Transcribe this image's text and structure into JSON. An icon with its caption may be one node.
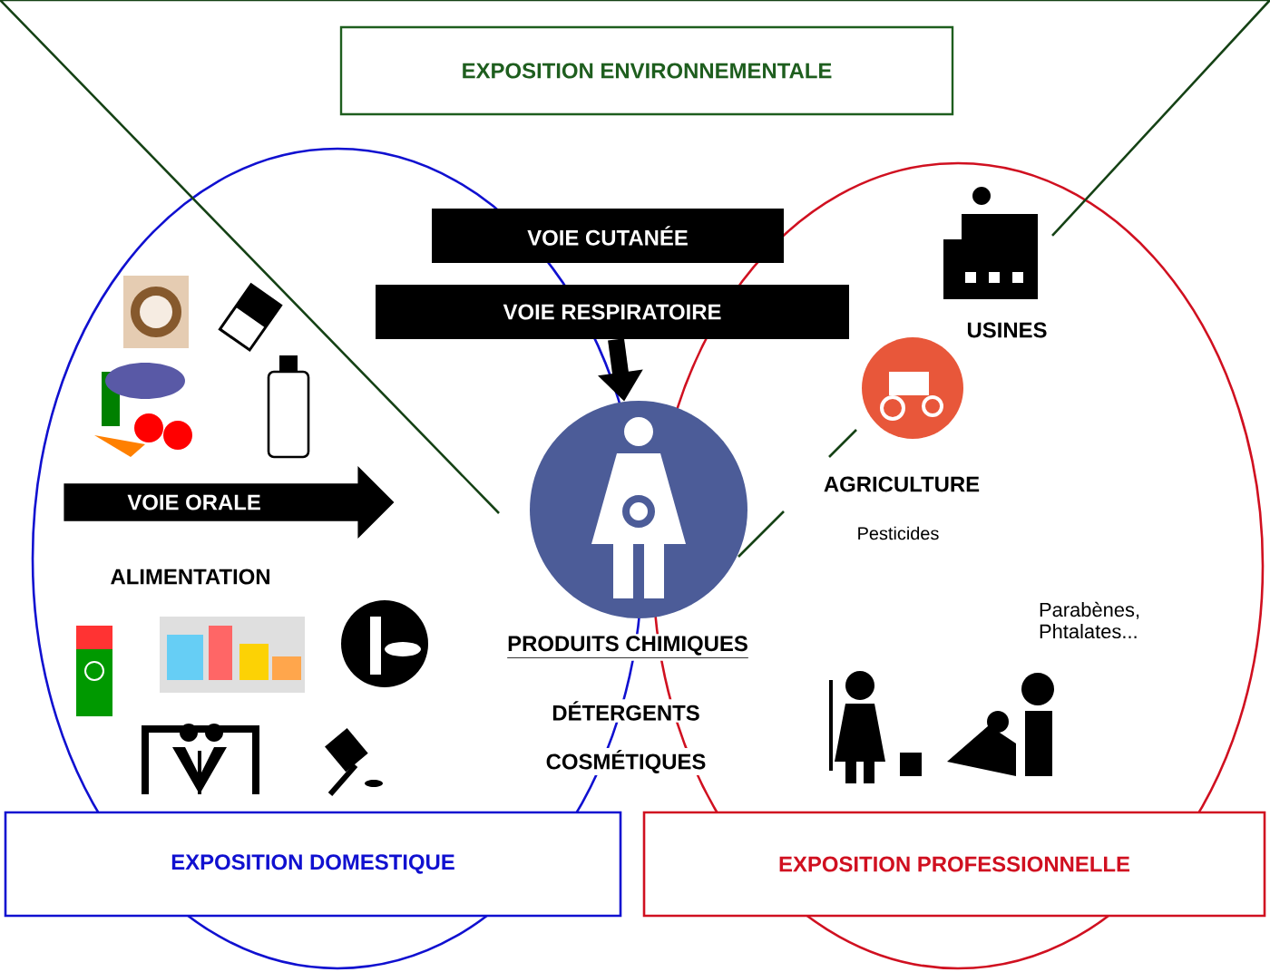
{
  "diagram": {
    "nodes": [
      {
        "text": [
          "EXPOSITION ENVIRONNEMENTALE"
        ]
      },
      {
        "text": [
          "VOIE CUTANÉE"
        ]
      },
      {
        "text": [
          "VOIE RESPIRATOIRE"
        ]
      },
      {
        "text": [],
        "shape": "circle"
      },
      {
        "text": [
          "VOIE ORALE"
        ]
      },
      {
        "text": [
          "EXPOSITION DOMESTIQUE"
        ]
      },
      {
        "text": [
          "EXPOSITION PROFESSIONNELLE"
        ]
      }
    ],
    "edges": [
      {
        "from": 2,
        "to": 3,
        "arrow": "to"
      }
    ],
    "labels": [
      "USINES",
      "AGRICULTURE",
      "Pesticides",
      "ALIMENTATION",
      "Parabènes, Phtalates...",
      "PRODUITS CHIMIQUES",
      "DÉTERGENTS",
      "COSMÉTIQUES"
    ]
  }
}
